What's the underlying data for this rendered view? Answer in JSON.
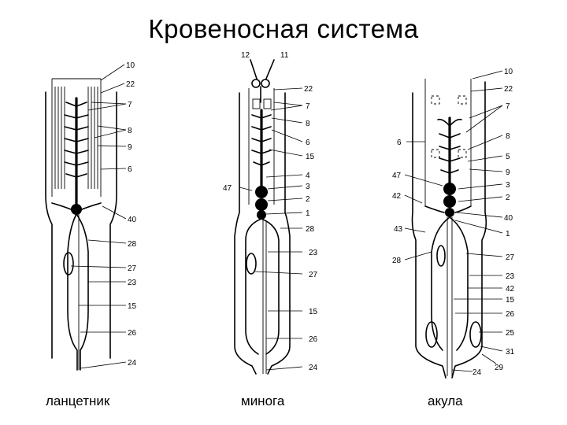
{
  "title": "Кровеносная система",
  "captions": {
    "lancelet": "ланцетник",
    "lamprey": "минога",
    "shark": "акула"
  },
  "labels": {
    "lancelet": [
      {
        "id": "l10",
        "text": "10"
      },
      {
        "id": "l22",
        "text": "22"
      },
      {
        "id": "l7",
        "text": "7"
      },
      {
        "id": "l8",
        "text": "8"
      },
      {
        "id": "l9",
        "text": "9"
      },
      {
        "id": "l6",
        "text": "6"
      },
      {
        "id": "l40",
        "text": "40"
      },
      {
        "id": "l28",
        "text": "28"
      },
      {
        "id": "l27",
        "text": "27"
      },
      {
        "id": "l23",
        "text": "23"
      },
      {
        "id": "l15",
        "text": "15"
      },
      {
        "id": "l26",
        "text": "26"
      },
      {
        "id": "l24",
        "text": "24"
      }
    ],
    "lamprey": [
      {
        "id": "m12",
        "text": "12"
      },
      {
        "id": "m11",
        "text": "11"
      },
      {
        "id": "m22",
        "text": "22"
      },
      {
        "id": "m7",
        "text": "7"
      },
      {
        "id": "m8",
        "text": "8"
      },
      {
        "id": "m6",
        "text": "6"
      },
      {
        "id": "m15a",
        "text": "15"
      },
      {
        "id": "m4",
        "text": "4"
      },
      {
        "id": "m47",
        "text": "47"
      },
      {
        "id": "m3",
        "text": "3"
      },
      {
        "id": "m2",
        "text": "2"
      },
      {
        "id": "m1",
        "text": "1"
      },
      {
        "id": "m28",
        "text": "28"
      },
      {
        "id": "m23",
        "text": "23"
      },
      {
        "id": "m27",
        "text": "27"
      },
      {
        "id": "m15b",
        "text": "15"
      },
      {
        "id": "m26",
        "text": "26"
      },
      {
        "id": "m24",
        "text": "24"
      }
    ],
    "shark": [
      {
        "id": "s10",
        "text": "10"
      },
      {
        "id": "s22",
        "text": "22"
      },
      {
        "id": "s7",
        "text": "7"
      },
      {
        "id": "s6",
        "text": "6"
      },
      {
        "id": "s8",
        "text": "8"
      },
      {
        "id": "s5",
        "text": "5"
      },
      {
        "id": "s47",
        "text": "47"
      },
      {
        "id": "s9",
        "text": "9"
      },
      {
        "id": "s3",
        "text": "3"
      },
      {
        "id": "s42a",
        "text": "42"
      },
      {
        "id": "s2",
        "text": "2"
      },
      {
        "id": "s40",
        "text": "40"
      },
      {
        "id": "s43",
        "text": "43"
      },
      {
        "id": "s1",
        "text": "1"
      },
      {
        "id": "s28",
        "text": "28"
      },
      {
        "id": "s27",
        "text": "27"
      },
      {
        "id": "s23",
        "text": "23"
      },
      {
        "id": "s42b",
        "text": "42"
      },
      {
        "id": "s15",
        "text": "15"
      },
      {
        "id": "s26",
        "text": "26"
      },
      {
        "id": "s25",
        "text": "25"
      },
      {
        "id": "s31",
        "text": "31"
      },
      {
        "id": "s24",
        "text": "24"
      },
      {
        "id": "s29",
        "text": "29"
      }
    ]
  }
}
